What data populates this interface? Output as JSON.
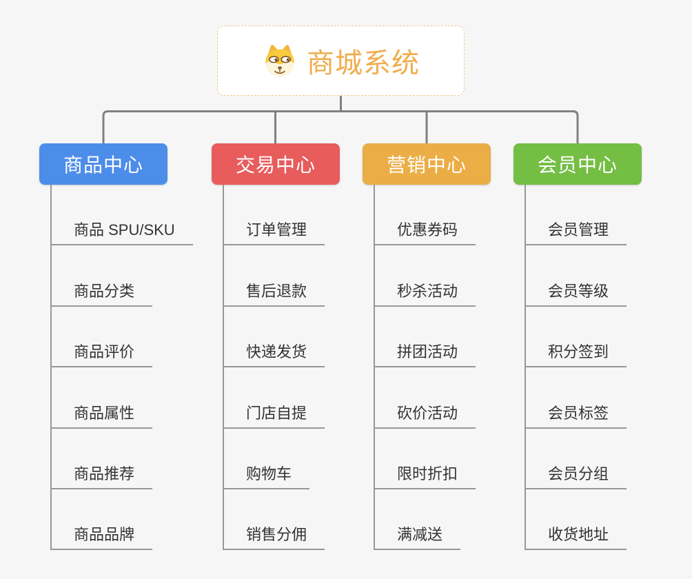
{
  "root": {
    "title": "商城系统",
    "icon": "shiba-dog-icon",
    "text_color": "#F0AD4E",
    "border_color": "#F0C987"
  },
  "colors": {
    "background": "#F6F6F7",
    "top_connector": "#808080",
    "branch_line": "#979797",
    "child_text": "#333333"
  },
  "branches": [
    {
      "label": "商品中心",
      "color": "#4D8DEA",
      "children": [
        "商品 SPU/SKU",
        "商品分类",
        "商品评价",
        "商品属性",
        "商品推荐",
        "商品品牌"
      ]
    },
    {
      "label": "交易中心",
      "color": "#E85C5C",
      "children": [
        "订单管理",
        "售后退款",
        "快递发货",
        "门店自提",
        "购物车",
        "销售分佣"
      ]
    },
    {
      "label": "营销中心",
      "color": "#EBAD45",
      "children": [
        "优惠券码",
        "秒杀活动",
        "拼团活动",
        "砍价活动",
        "限时折扣",
        "满减送"
      ]
    },
    {
      "label": "会员中心",
      "color": "#74BE44",
      "children": [
        "会员管理",
        "会员等级",
        "积分签到",
        "会员标签",
        "会员分组",
        "收货地址"
      ]
    }
  ]
}
